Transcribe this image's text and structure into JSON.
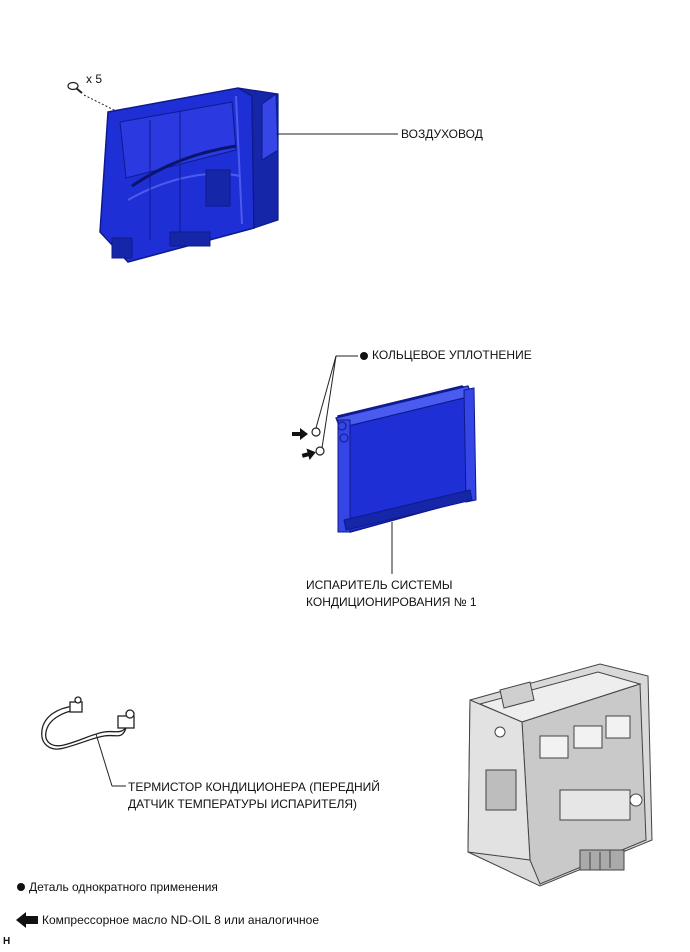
{
  "labels": {
    "screw_count": "x 5",
    "duct": "ВОЗДУХОВОД",
    "o_ring": "КОЛЬЦЕВОЕ УПЛОТНЕНИЕ",
    "evaporator_line1": "ИСПАРИТЕЛЬ СИСТЕМЫ",
    "evaporator_line2": "КОНДИЦИОНИРОВАНИЯ № 1",
    "thermistor_line1": "ТЕРМИСТОР КОНДИЦИОНЕРА (ПЕРЕДНИЙ",
    "thermistor_line2": "ДАТЧИК ТЕМПЕРАТУРЫ ИСПАРИТЕЛЯ)"
  },
  "legend": {
    "non_reusable": "Деталь однократного применения",
    "oil": "Компрессорное масло ND-OIL 8 или аналогичное"
  },
  "corner_mark": "H",
  "colors": {
    "part_blue": "#1f2fd6",
    "part_blue_dark": "#0e1a8c",
    "part_blue_light": "#4a5cf0",
    "housing_grey": "#d9d9d9",
    "line": "#111111"
  },
  "icons": {
    "non_reusable_mark": "filled-circle-icon",
    "oil_mark": "arrow-left-icon"
  }
}
